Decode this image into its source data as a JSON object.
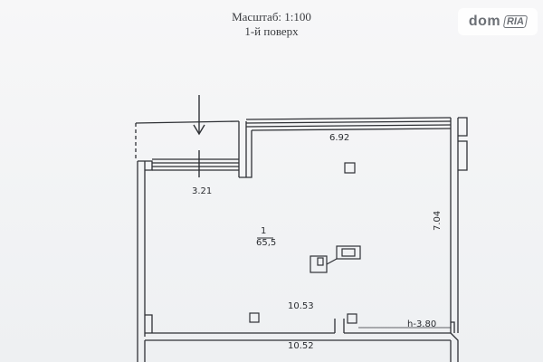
{
  "header": {
    "scale": "Масштаб: 1:100",
    "floor": "1-й поверх"
  },
  "watermark": {
    "brand": "dom",
    "sub": "RIA"
  },
  "plan": {
    "dim_top_right": "6.92",
    "dim_balcony": "3.21",
    "room_number": "1",
    "room_area": "65,5",
    "dim_right": "7.04",
    "dim_bottom_inner": "10.53",
    "ceiling_height": "h-3.80",
    "dim_bottom_outer": "10.52"
  }
}
